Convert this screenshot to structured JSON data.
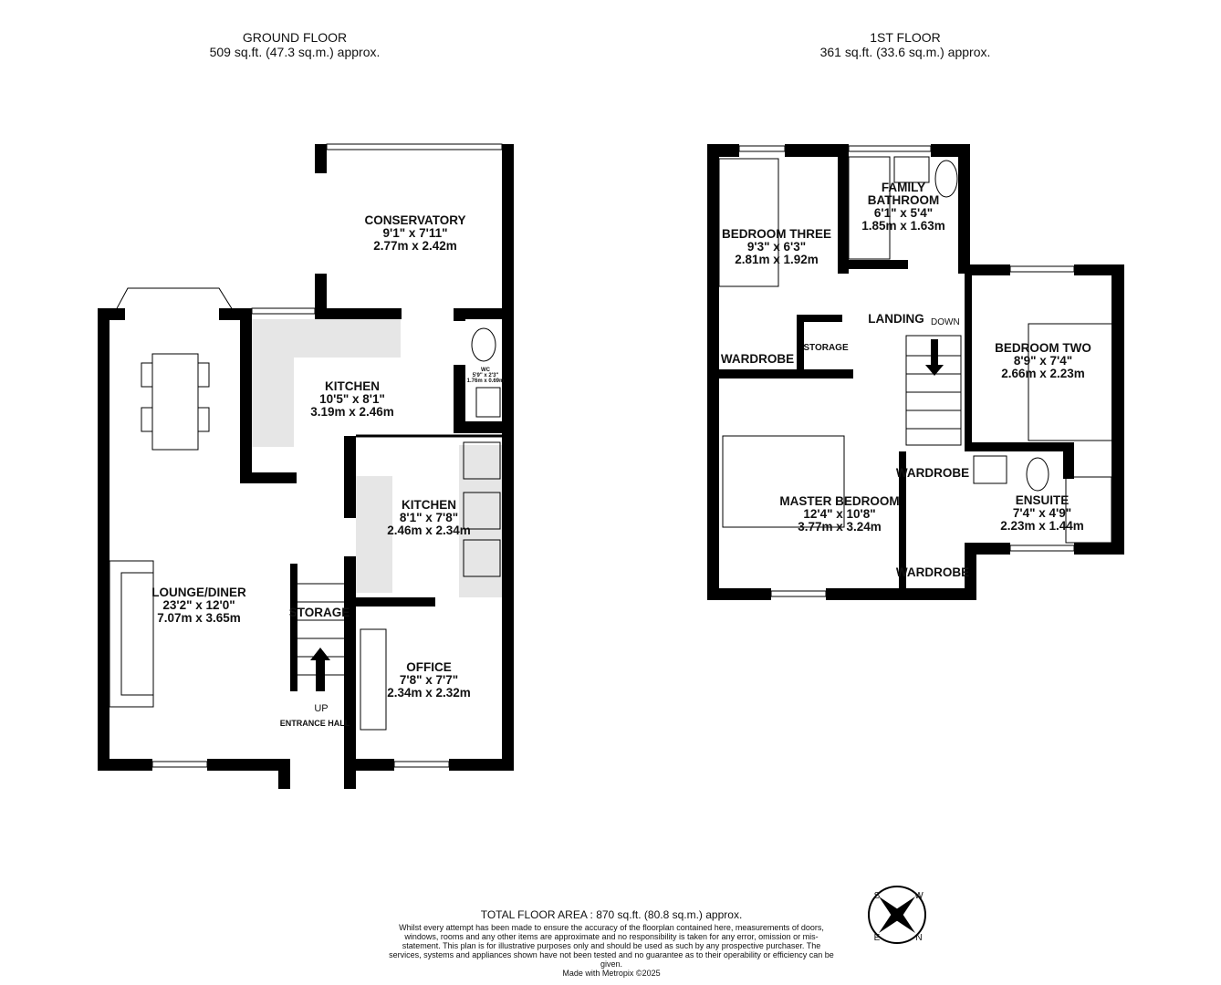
{
  "ground_floor": {
    "title": "GROUND FLOOR",
    "area": "509 sq.ft. (47.3 sq.m.) approx.",
    "rooms": [
      {
        "name": "CONSERVATORY",
        "imperial": "9'1\"  x 7'11\"",
        "metric": "2.77m  x 2.42m"
      },
      {
        "name": "KITCHEN",
        "imperial": "10'5\"  x 8'1\"",
        "metric": "3.19m  x 2.46m"
      },
      {
        "name": "WC",
        "imperial": "5'9\"  x 2'3\"",
        "metric": "1.76m  x 0.69m"
      },
      {
        "name": "KITCHEN",
        "imperial": "8'1\"  x 7'8\"",
        "metric": "2.46m  x 2.34m"
      },
      {
        "name": "LOUNGE/DINER",
        "imperial": "23'2\"  x 12'0\"",
        "metric": "7.07m  x 3.65m"
      },
      {
        "name": "OFFICE",
        "imperial": "7'8\"  x 7'7\"",
        "metric": "2.34m  x 2.32m"
      }
    ],
    "labels": {
      "storage": "STORAGE",
      "up": "UP",
      "entrance_hall": "ENTRANCE HALL"
    }
  },
  "first_floor": {
    "title": "1ST FLOOR",
    "area": "361 sq.ft. (33.6 sq.m.) approx.",
    "rooms": [
      {
        "name": "BEDROOM THREE",
        "imperial": "9'3\"  x 6'3\"",
        "metric": "2.81m  x 1.92m"
      },
      {
        "name": "FAMILY",
        "name2": "BATHROOM",
        "imperial": "6'1\"  x 5'4\"",
        "metric": "1.85m  x 1.63m"
      },
      {
        "name": "BEDROOM TWO",
        "imperial": "8'9\"  x 7'4\"",
        "metric": "2.66m  x 2.23m"
      },
      {
        "name": "MASTER BEDROOM",
        "imperial": "12'4\"  x 10'8\"",
        "metric": "3.77m  x 3.24m"
      },
      {
        "name": "ENSUITE",
        "imperial": "7'4\"  x 4'9\"",
        "metric": "2.23m  x 1.44m"
      }
    ],
    "labels": {
      "landing": "LANDING",
      "down": "DOWN",
      "storage": "STORAGE",
      "wardrobe": "WARDROBE"
    }
  },
  "footer": {
    "total": "TOTAL FLOOR AREA : 870 sq.ft. (80.8 sq.m.) approx.",
    "disclaimer": "Whilst every attempt has been made to ensure the accuracy of the floorplan contained here, measurements of doors, windows, rooms and any other items are approximate and no responsibility is taken for any error, omission or mis-statement. This plan is for illustrative purposes only and should be used as such by any prospective purchaser. The services, systems and appliances shown have not been tested and no guarantee as to their operability or efficiency can be given.",
    "credit": "Made with Metropix ©2025"
  },
  "compass": {
    "icon": "compass-rose-icon",
    "letters": [
      "S",
      "W",
      "N",
      "E"
    ]
  },
  "colors": {
    "walls": "#000000",
    "worktop": "#e6e6e6"
  }
}
